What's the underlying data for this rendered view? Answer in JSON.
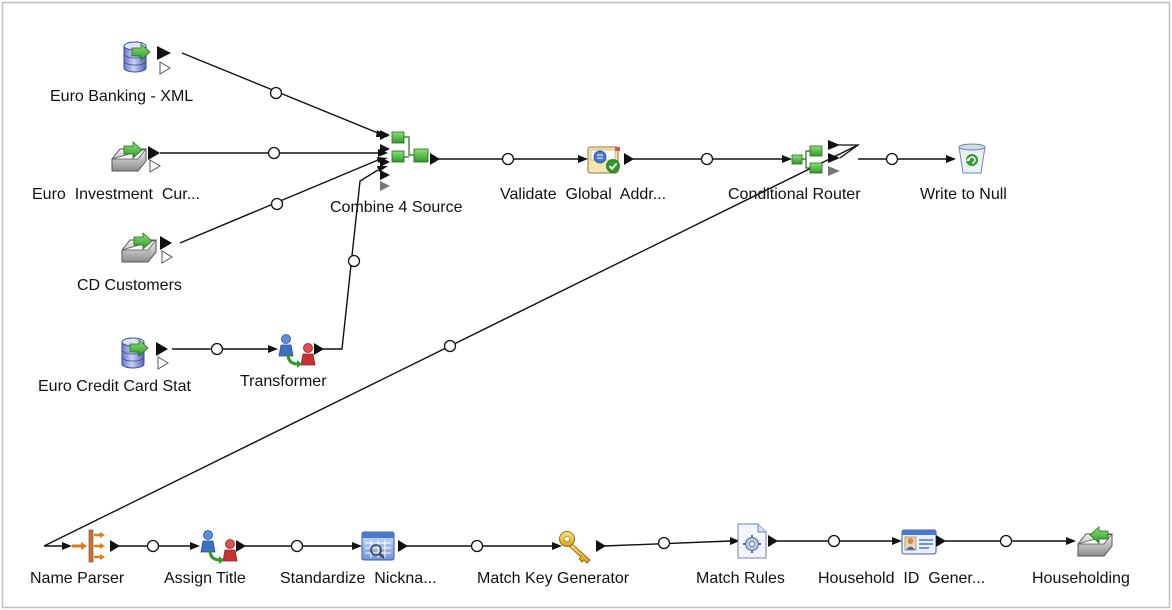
{
  "canvas": {
    "frame_color": "#bfbfbf",
    "background": "#ffffff",
    "line_color": "#111111"
  },
  "stages": {
    "euro_banking_xml": {
      "label": "Euro Banking - XML",
      "icon": "database-read-icon"
    },
    "euro_investment": {
      "label": "Euro  Investment  Cur...",
      "icon": "file-read-icon"
    },
    "cd_customers": {
      "label": "CD Customers",
      "icon": "file-read-icon"
    },
    "euro_credit_card": {
      "label": "Euro Credit Card Stat",
      "icon": "database-read-icon"
    },
    "transformer": {
      "label": "Transformer",
      "icon": "transformer-icon"
    },
    "combine_4_source": {
      "label": "Combine 4 Source",
      "icon": "stream-combiner-icon"
    },
    "validate_global_address": {
      "label": "Validate  Global  Addr...",
      "icon": "address-validate-icon"
    },
    "conditional_router": {
      "label": "Conditional Router",
      "icon": "router-icon"
    },
    "write_to_null": {
      "label": "Write to Null",
      "icon": "recycle-bin-icon"
    },
    "name_parser": {
      "label": "Name Parser",
      "icon": "name-parser-icon"
    },
    "assign_title": {
      "label": "Assign Title",
      "icon": "transformer-icon"
    },
    "standardize_nickname": {
      "label": "Standardize  Nickna...",
      "icon": "table-lookup-icon"
    },
    "match_key_generator": {
      "label": "Match Key Generator",
      "icon": "key-icon"
    },
    "match_rules": {
      "label": "Match Rules",
      "icon": "match-rules-icon"
    },
    "household_id_generator": {
      "label": "Household  ID  Gener...",
      "icon": "id-card-icon"
    },
    "householding": {
      "label": "Householding",
      "icon": "file-write-icon"
    }
  }
}
